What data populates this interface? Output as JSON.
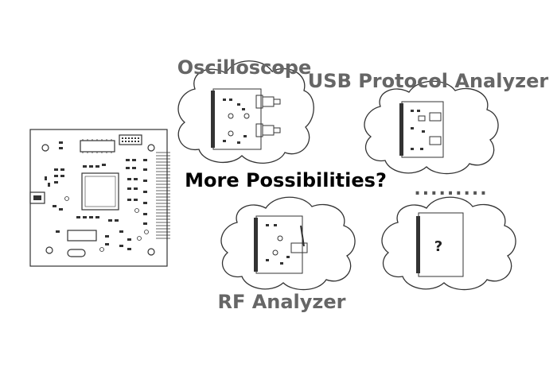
{
  "labels": {
    "oscilloscope": "Oscilloscope",
    "usb_analyzer": "USB Protocol Analyzer",
    "center": "More Possibilities?",
    "rf_analyzer": "RF Analyzer",
    "unknown_module": "?",
    "more_dots": "........."
  },
  "colors": {
    "stroke": "#333333",
    "label_gray": "#666666",
    "label_black": "#000000",
    "background": "#ffffff"
  }
}
